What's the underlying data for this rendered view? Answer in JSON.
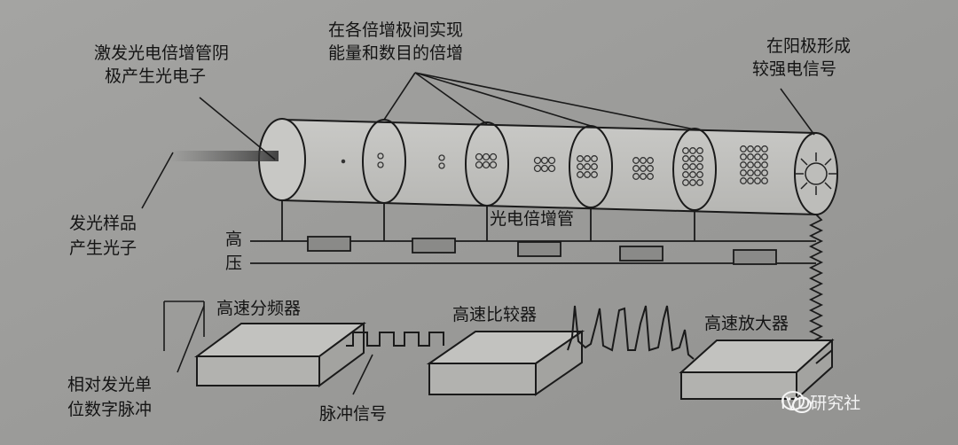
{
  "labels": {
    "cathode": [
      "激发光电倍增管阴",
      "极产生光电子"
    ],
    "dynode": [
      "在各倍增极间实现",
      "能量和数目的倍增"
    ],
    "anode": [
      "在阳极形成",
      "较强电信号"
    ],
    "sample": [
      "发光样品",
      "产生光子"
    ],
    "pmt": "光电倍增管",
    "hv_1": "高",
    "hv_2": "压",
    "divider": "高速分频器",
    "comparator": "高速比较器",
    "amplifier": "高速放大器",
    "pulse": "脉冲信号",
    "output": [
      "相对发光单",
      "位数字脉冲"
    ]
  },
  "watermark": "IVD研究社"
}
